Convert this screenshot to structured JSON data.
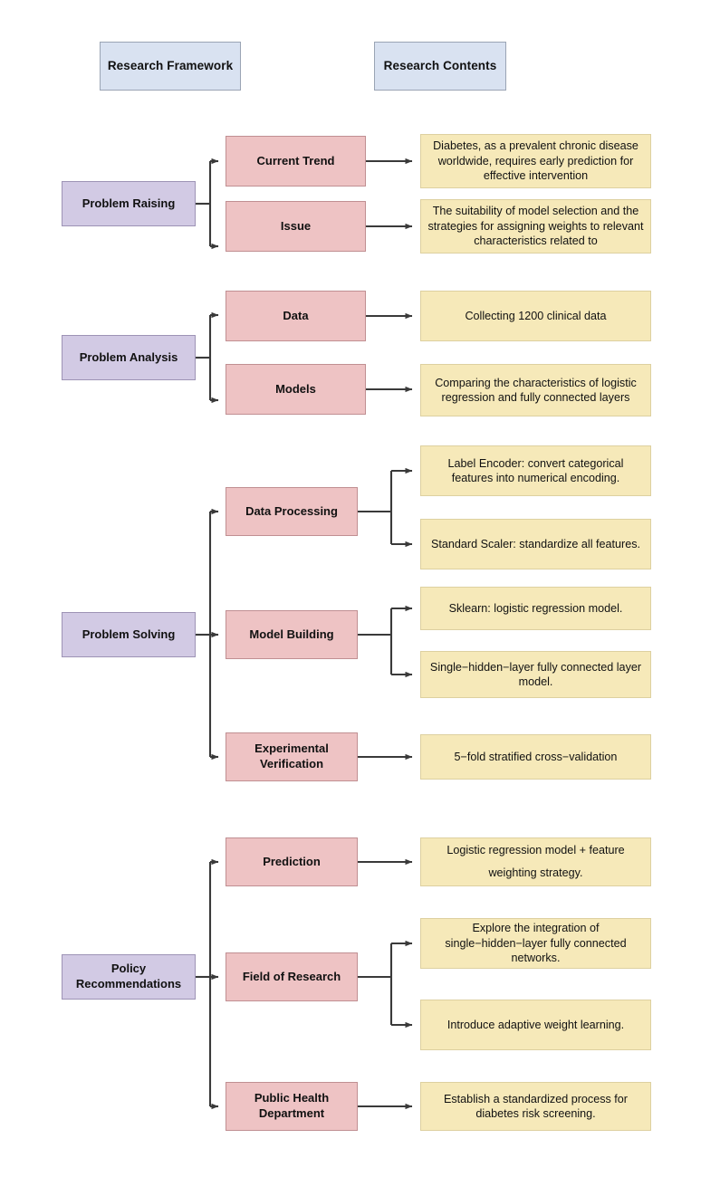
{
  "diagram": {
    "title": "Research Framework and Research Contents flowchart",
    "colors": {
      "header_fill": "#d9e2f1",
      "header_border": "#9aa4b4",
      "stage_fill": "#d2cae4",
      "stage_border": "#9d93b5",
      "topic_fill": "#eec3c4",
      "topic_border": "#c08f92",
      "detail_fill": "#f6e9b9",
      "detail_border": "#ddd0a0",
      "connector": "#3a3a3a",
      "background": "#ffffff"
    }
  },
  "headers": [
    {
      "label": "Research Framework"
    },
    {
      "label": "Research Contents"
    }
  ],
  "sections": [
    {
      "stage": "Problem Raising",
      "topics": [
        {
          "label": "Current Trend",
          "details": [
            "Diabetes, as a prevalent chronic disease worldwide, requires early prediction for effective intervention"
          ]
        },
        {
          "label": "Issue",
          "details": [
            "The suitability of model selection and the strategies for assigning weights to relevant characteristics related to"
          ]
        }
      ]
    },
    {
      "stage": "Problem Analysis",
      "topics": [
        {
          "label": "Data",
          "details": [
            "Collecting 1200 clinical data"
          ]
        },
        {
          "label": "Models",
          "details": [
            "Comparing the characteristics of logistic regression and fully connected layers"
          ]
        }
      ]
    },
    {
      "stage": "Problem Solving",
      "topics": [
        {
          "label": "Data Processing",
          "details": [
            "Label Encoder: convert categorical features into numerical encoding.",
            "Standard Scaler: standardize all features."
          ]
        },
        {
          "label": "Model Building",
          "details": [
            "Sklearn: logistic regression model.",
            "Single−hidden−layer fully connected layer model."
          ]
        },
        {
          "label": "Experimental Verification",
          "details": [
            "5−fold stratified cross−validation"
          ]
        }
      ]
    },
    {
      "stage": "Policy Recommendations",
      "topics": [
        {
          "label": "Prediction",
          "details": [
            "Logistic regression model\n\n+ feature weighting strategy."
          ]
        },
        {
          "label": "Field of Research",
          "details": [
            "Explore the integration of single−hidden−layer fully connected networks.",
            "Introduce adaptive weight learning."
          ]
        },
        {
          "label": "Public Health Department",
          "details": [
            "Establish a standardized process for diabetes risk screening."
          ]
        }
      ]
    }
  ]
}
